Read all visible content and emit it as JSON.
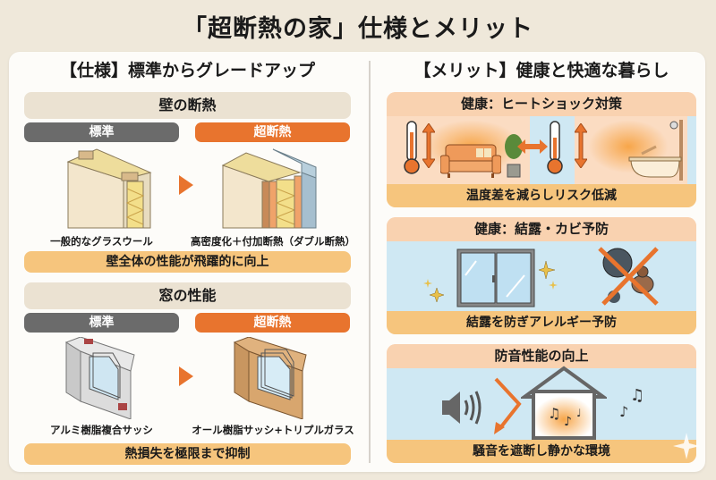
{
  "title": "「超断熱の家」仕様とメリット",
  "left": {
    "heading": "【仕様】標準からグレードアップ",
    "wall": {
      "section_title": "壁の断熱",
      "standard_label": "標準",
      "super_label": "超断熱",
      "standard_caption": "一般的なグラスウール",
      "super_caption": "高密度化＋付加断熱（ダブル断熱）",
      "summary": "壁全体の性能が飛躍的に向上"
    },
    "window": {
      "section_title": "窓の性能",
      "standard_label": "標準",
      "super_label": "超断熱",
      "standard_caption": "アルミ樹脂複合サッシ",
      "super_caption": "オール樹脂サッシ+トリプルガラス",
      "summary": "熱損失を極限まで抑制"
    }
  },
  "right": {
    "heading": "【メリット】健康と快適な暮らし",
    "cards": [
      {
        "title": "健康：ヒートショック対策",
        "footer": "温度差を減らしリスク低減"
      },
      {
        "title": "健康：結露・カビ予防",
        "footer": "結露を防ぎアレルギー予防"
      },
      {
        "title": "防音性能の向上",
        "footer": "騒音を遮断し静かな環境"
      }
    ]
  },
  "colors": {
    "background": "#efe8da",
    "accent_orange": "#e8742e",
    "standard_gray": "#6b6b6b",
    "summary_yellow": "#f6c57d",
    "section_beige": "#ebe2d2",
    "card_peach": "#f9d2b0",
    "sky_blue": "#cfe8f3"
  }
}
